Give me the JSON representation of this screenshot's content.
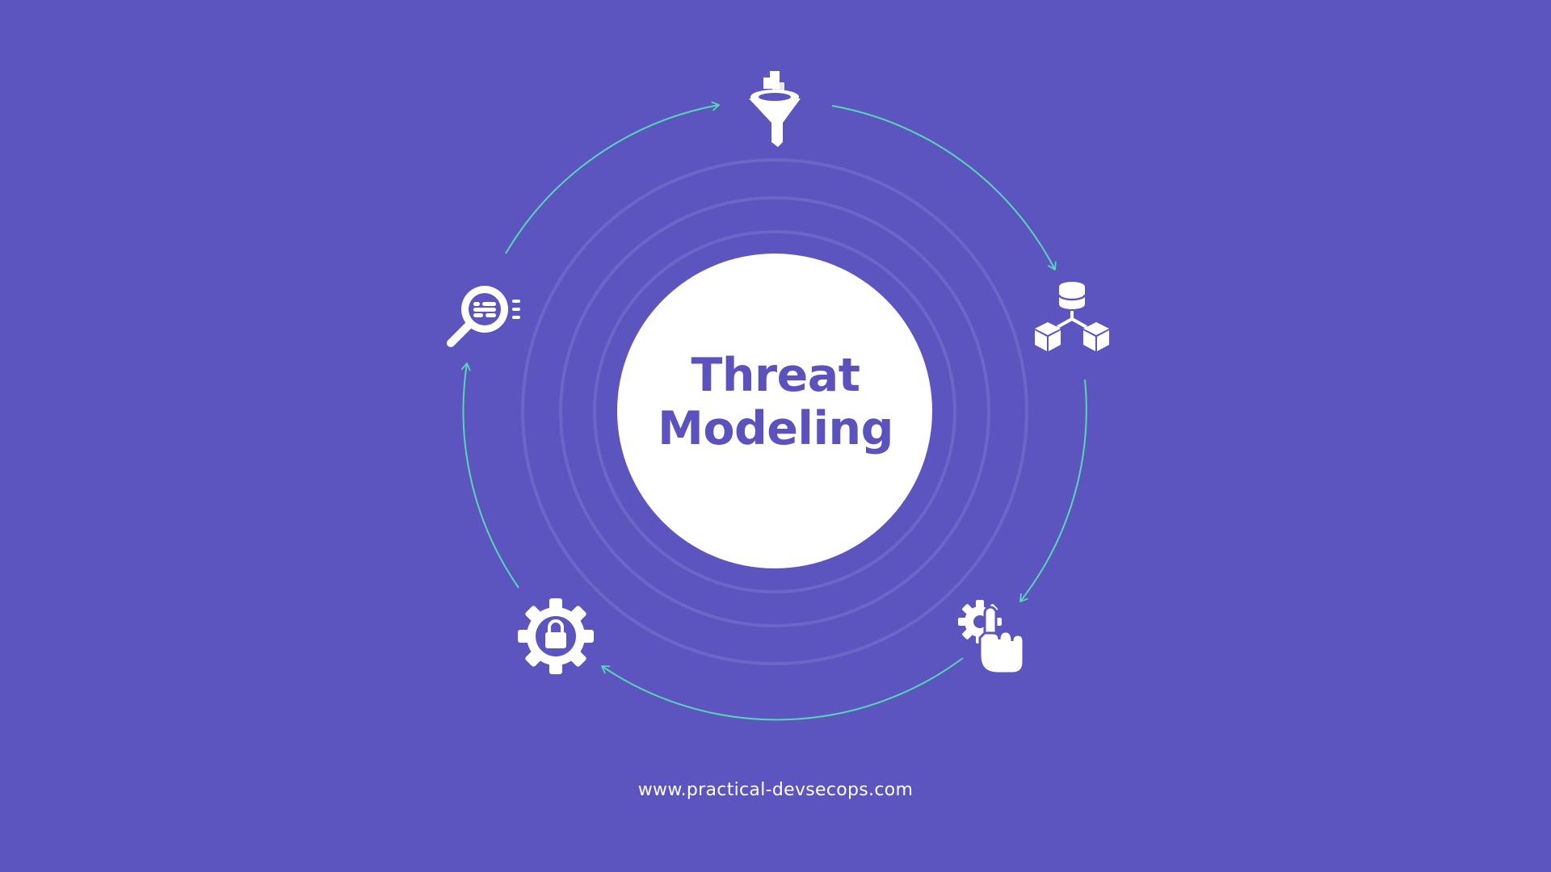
{
  "colors": {
    "background": "#5c55c0",
    "accent_arrow": "#57d6b7",
    "icon": "#ffffff",
    "center_fill": "#ffffff",
    "title_text": "#5b52bd",
    "footer_text": "#ffffff"
  },
  "center": {
    "title_line1": "Threat",
    "title_line2": "Modeling"
  },
  "cycle_icons": [
    {
      "name": "funnel-document-icon"
    },
    {
      "name": "database-network-icon"
    },
    {
      "name": "gear-hand-pointer-icon"
    },
    {
      "name": "gear-lock-icon"
    },
    {
      "name": "magnifier-analysis-icon"
    }
  ],
  "footer": {
    "url": "www.practical-devsecops.com"
  }
}
